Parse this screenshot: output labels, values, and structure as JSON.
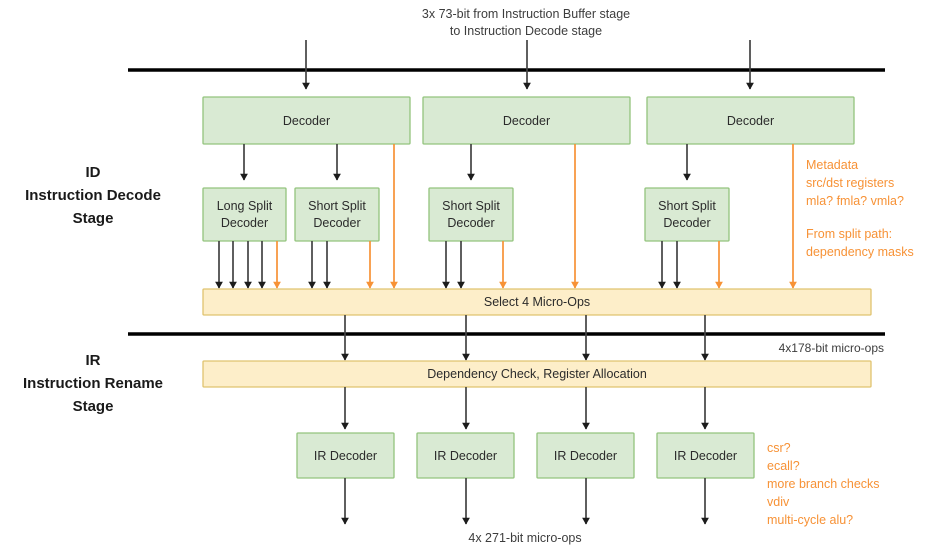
{
  "header": {
    "line1": "3x 73-bit from Instruction Buffer stage",
    "line2": "to Instruction Decode stage"
  },
  "stages": [
    {
      "id": "id",
      "abbr": "ID",
      "name": "Instruction Decode",
      "suffix": "Stage"
    },
    {
      "id": "ir",
      "abbr": "IR",
      "name": "Instruction Rename",
      "suffix": "Stage"
    }
  ],
  "decoders": [
    {
      "label": "Decoder"
    },
    {
      "label": "Decoder"
    },
    {
      "label": "Decoder"
    }
  ],
  "split_decoders": [
    {
      "line1": "Long Split",
      "line2": "Decoder"
    },
    {
      "line1": "Short Split",
      "line2": "Decoder"
    },
    {
      "line1": "Short Split",
      "line2": "Decoder"
    },
    {
      "line1": "Short Split",
      "line2": "Decoder"
    }
  ],
  "select_bar": {
    "label": "Select 4 Micro-Ops"
  },
  "dependency_bar": {
    "label": "Dependency Check, Register Allocation"
  },
  "ir_decoders": [
    {
      "label": "IR Decoder"
    },
    {
      "label": "IR Decoder"
    },
    {
      "label": "IR Decoder"
    },
    {
      "label": "IR Decoder"
    }
  ],
  "annotations": {
    "metadata": [
      "Metadata",
      "src/dst registers",
      "mla? fmla? vmla?"
    ],
    "split_path": [
      "From split path:",
      "dependency masks"
    ],
    "ir_notes": [
      "csr?",
      "ecall?",
      "more branch checks",
      "vdiv",
      "multi-cycle alu?"
    ]
  },
  "bus_labels": {
    "micro_ops_178": "4x178-bit micro-ops",
    "micro_ops_271": "4x 271-bit micro-ops"
  },
  "colors": {
    "box_fill": "#d9ead3",
    "box_stroke": "#93c47d",
    "bar_fill": "#fdeec9",
    "bar_stroke": "#e0c36f",
    "accent_orange": "#f79236",
    "wire_black": "#434343",
    "divider": "#000000"
  }
}
